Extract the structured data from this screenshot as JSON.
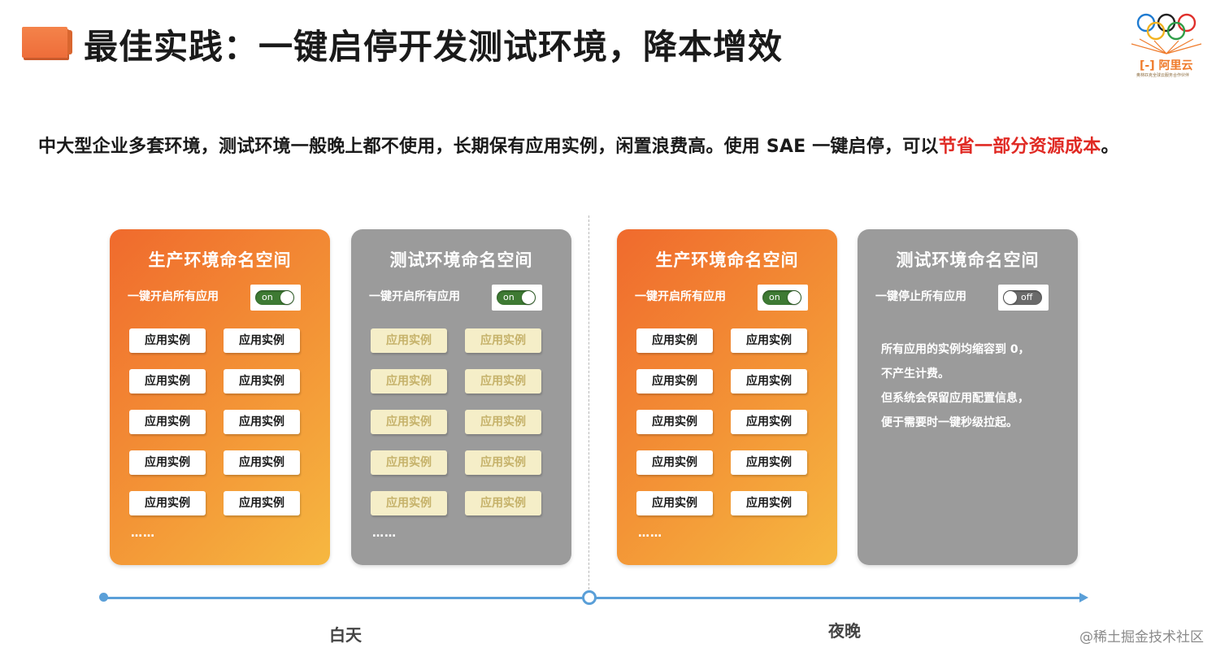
{
  "header": {
    "title": "最佳实践：一键启停开发测试环境，降本增效",
    "logo_text": "阿里云",
    "logo_sub": "奥林匹克全球云服务合作伙伴"
  },
  "subtitle": {
    "text": "中大型企业多套环境，测试环境一般晚上都不使用，长期保有应用实例，闲置浪费高。使用 SAE 一键启停，可以",
    "highlight": "节省一部分资源成本",
    "end": "。"
  },
  "panels": [
    {
      "title": "生产环境命名空间",
      "switch_label": "一键开启所有应用",
      "switch_state": "on",
      "instances": [
        "应用实例",
        "应用实例",
        "应用实例",
        "应用实例",
        "应用实例",
        "应用实例",
        "应用实例",
        "应用实例",
        "应用实例",
        "应用实例"
      ],
      "ellipsis": "……"
    },
    {
      "title": "测试环境命名空间",
      "switch_label": "一键开启所有应用",
      "switch_state": "on",
      "instances": [
        "应用实例",
        "应用实例",
        "应用实例",
        "应用实例",
        "应用实例",
        "应用实例",
        "应用实例",
        "应用实例",
        "应用实例",
        "应用实例"
      ],
      "ellipsis": "……"
    },
    {
      "title": "生产环境命名空间",
      "switch_label": "一键开启所有应用",
      "switch_state": "on",
      "instances": [
        "应用实例",
        "应用实例",
        "应用实例",
        "应用实例",
        "应用实例",
        "应用实例",
        "应用实例",
        "应用实例",
        "应用实例",
        "应用实例"
      ],
      "ellipsis": "……"
    },
    {
      "title": "测试环境命名空间",
      "switch_label": "一键停止所有应用",
      "switch_state": "off",
      "description": [
        "所有应用的实例均缩容到 0，",
        "不产生计费。",
        "但系统会保留应用配置信息，",
        "便于需要时一键秒级拉起。"
      ]
    }
  ],
  "timeline": {
    "day_label": "白天",
    "night_label": "夜晚",
    "color": "#5a9fd8"
  },
  "watermark": "@稀土掘金技术社区",
  "colors": {
    "accent_red": "#e02a24",
    "panel_orange": "#f06a2d",
    "panel_gray": "#9b9b9b",
    "faded_chip": "#f5eec8"
  }
}
